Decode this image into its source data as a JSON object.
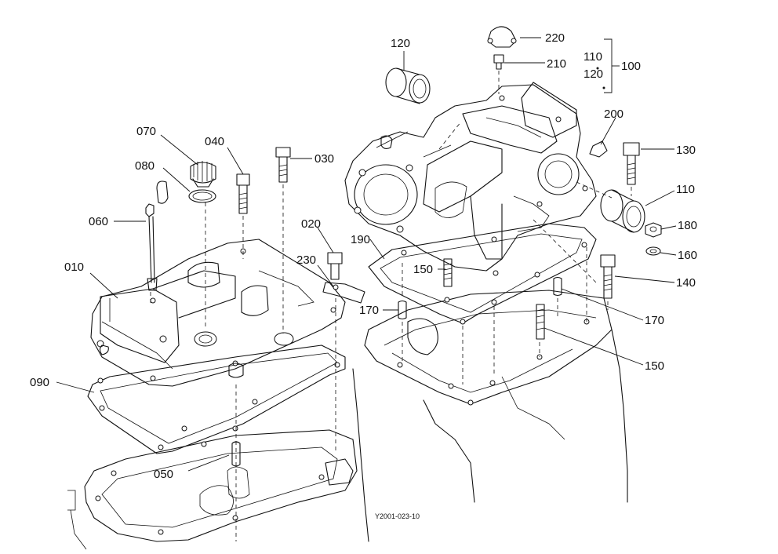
{
  "diagram": {
    "drawing_number": "Y2001-023-10",
    "callouts": {
      "c010": "010",
      "c020": "020",
      "c030": "030",
      "c040": "040",
      "c050": "050",
      "c060": "060",
      "c070": "070",
      "c080": "080",
      "c090": "090",
      "c100": "100",
      "c110_top": "110",
      "c110": "110",
      "c120_top": "120",
      "c120_group": "120",
      "c130": "130",
      "c140": "140",
      "c150_a": "150",
      "c150_b": "150",
      "c160": "160",
      "c170_a": "170",
      "c170_b": "170",
      "c180": "180",
      "c190": "190",
      "c200": "200",
      "c210": "210",
      "c220": "220",
      "c230": "230"
    }
  }
}
